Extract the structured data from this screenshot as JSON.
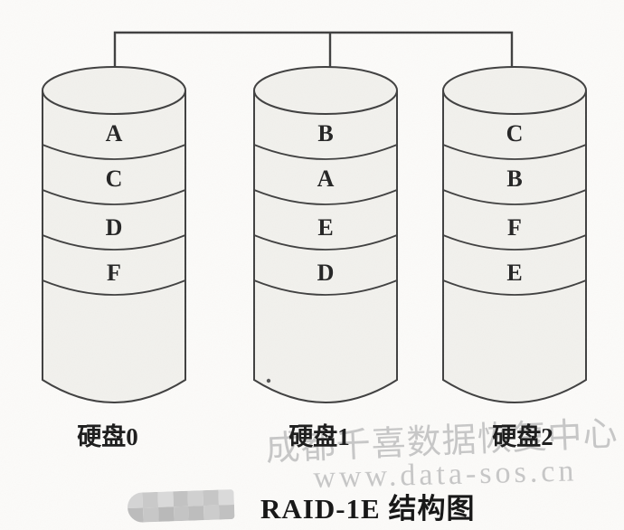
{
  "title": "RAID-1E 结构图",
  "diagram": {
    "disks": [
      {
        "label": "硬盘0",
        "segments": [
          "A",
          "C",
          "D",
          "F"
        ]
      },
      {
        "label": "硬盘1",
        "segments": [
          "B",
          "A",
          "E",
          "D"
        ]
      },
      {
        "label": "硬盘2",
        "segments": [
          "C",
          "B",
          "F",
          "E"
        ]
      }
    ],
    "caption": "RAID-1E 结构图",
    "watermark": {
      "line1": "成都千喜数据恢复中心",
      "line2": "www.data-sos.cn"
    },
    "colors": {
      "line": "#3f3f3f",
      "cylinder_fill": "#f2f1ed",
      "watermark_text": "#c7c7c7",
      "caption_text": "#141414",
      "censor_cells": [
        "#d4d4d4",
        "#c9c9c9",
        "#d9d9d9",
        "#c2c2c2",
        "#d0d0d0",
        "#c6c6c6",
        "#dadada",
        "#bcbcbc",
        "#c7c7c7",
        "#b9b9b9",
        "#c4c4c4",
        "#bdbdbd",
        "#cccccc",
        "#c1c1c1"
      ]
    }
  }
}
